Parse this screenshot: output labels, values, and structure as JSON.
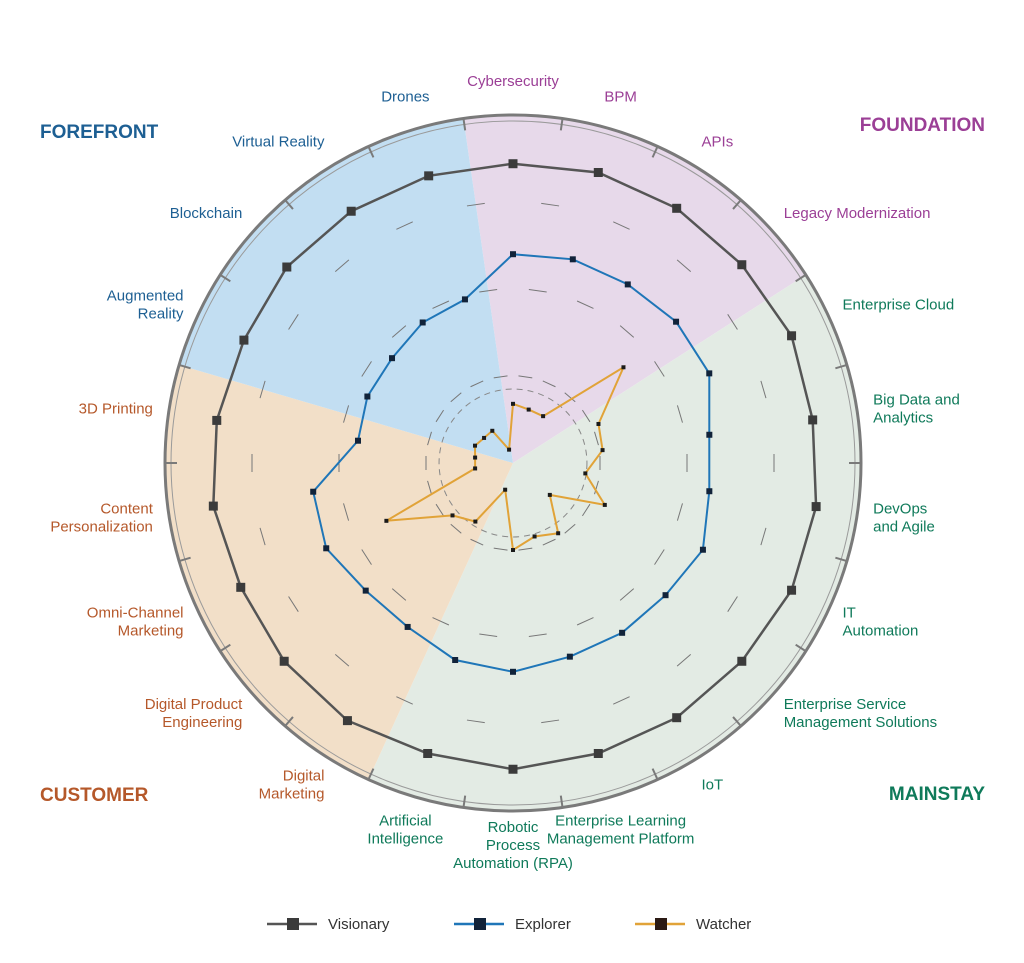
{
  "chart_data": {
    "type": "radar",
    "categories": [
      "Cybersecurity",
      "BPM",
      "APIs",
      "Legacy Modernization",
      "Enterprise Cloud",
      "Big Data and Analytics",
      "DevOps and Agile",
      "IT Automation",
      "Enterprise Service Management Solutions",
      "IoT",
      "Enterprise Learning Management Platform",
      "Robotic Process Automation (RPA)",
      "Artificial Intelligence",
      "Digital Marketing",
      "Digital Product Engineering",
      "Omni-Channel Marketing",
      "Content Personalization",
      "3D Printing",
      "Augmented Reality",
      "Blockchain",
      "Virtual Reality",
      "Drones"
    ],
    "category_lines": [
      [
        "Cybersecurity"
      ],
      [
        "BPM"
      ],
      [
        "APIs"
      ],
      [
        "Legacy Modernization"
      ],
      [
        "Enterprise Cloud"
      ],
      [
        "Big Data and",
        "Analytics"
      ],
      [
        "DevOps",
        "and Agile"
      ],
      [
        "IT",
        "Automation"
      ],
      [
        "Enterprise Service",
        "Management Solutions"
      ],
      [
        "IoT"
      ],
      [
        "Enterprise Learning",
        "Management Platform"
      ],
      [
        "Robotic",
        "Process",
        "Automation (RPA)"
      ],
      [
        "Artificial",
        "Intelligence"
      ],
      [
        "Digital",
        "Marketing"
      ],
      [
        "Digital Product",
        "Engineering"
      ],
      [
        "Omni-Channel",
        "Marketing"
      ],
      [
        "Content",
        "Personalization"
      ],
      [
        "3D Printing"
      ],
      [
        "Augmented",
        "Reality"
      ],
      [
        "Blockchain"
      ],
      [
        "Virtual Reality"
      ],
      [
        "Drones"
      ]
    ],
    "groups": [
      {
        "name": "FOUNDATION",
        "color": "#9b3f96",
        "fill": "#e7d9ea",
        "categories": [
          0,
          1,
          2,
          3
        ]
      },
      {
        "name": "MAINSTAY",
        "color": "#0f7a5a",
        "fill": "#e3ebe4",
        "categories": [
          4,
          5,
          6,
          7,
          8,
          9,
          10,
          11,
          12
        ]
      },
      {
        "name": "CUSTOMER",
        "color": "#b5582a",
        "fill": "#f2dfc8",
        "categories": [
          13,
          14,
          15,
          16,
          17
        ]
      },
      {
        "name": "FOREFRONT",
        "color": "#1d5f93",
        "fill": "#c2def2",
        "categories": [
          18,
          19,
          20,
          21
        ]
      }
    ],
    "series": [
      {
        "name": "Visionary",
        "color": "#555555",
        "values": [
          0.86,
          0.87,
          0.87,
          0.87,
          0.88,
          0.87,
          0.88,
          0.88,
          0.87,
          0.87,
          0.87,
          0.88,
          0.87,
          0.88,
          0.87,
          0.86,
          0.87,
          0.86,
          0.85,
          0.86,
          0.86,
          0.86
        ]
      },
      {
        "name": "Explorer",
        "color": "#1f76b8",
        "values": [
          0.6,
          0.61,
          0.61,
          0.62,
          0.62,
          0.57,
          0.57,
          0.6,
          0.58,
          0.58,
          0.58,
          0.6,
          0.59,
          0.56,
          0.56,
          0.59,
          0.58,
          0.45,
          0.46,
          0.46,
          0.48,
          0.49
        ]
      },
      {
        "name": "Watcher",
        "color": "#e1a338",
        "values": [
          0.17,
          0.16,
          0.16,
          0.42,
          0.27,
          0.26,
          0.21,
          0.29,
          0.14,
          0.24,
          0.22,
          0.25,
          0.08,
          0.2,
          0.23,
          0.4,
          0.11,
          0.11,
          0.12,
          0.11,
          0.11,
          0.04
        ]
      }
    ],
    "rlim": [
      0,
      1
    ],
    "ring_levels": [
      0.25,
      0.5,
      0.75
    ]
  }
}
